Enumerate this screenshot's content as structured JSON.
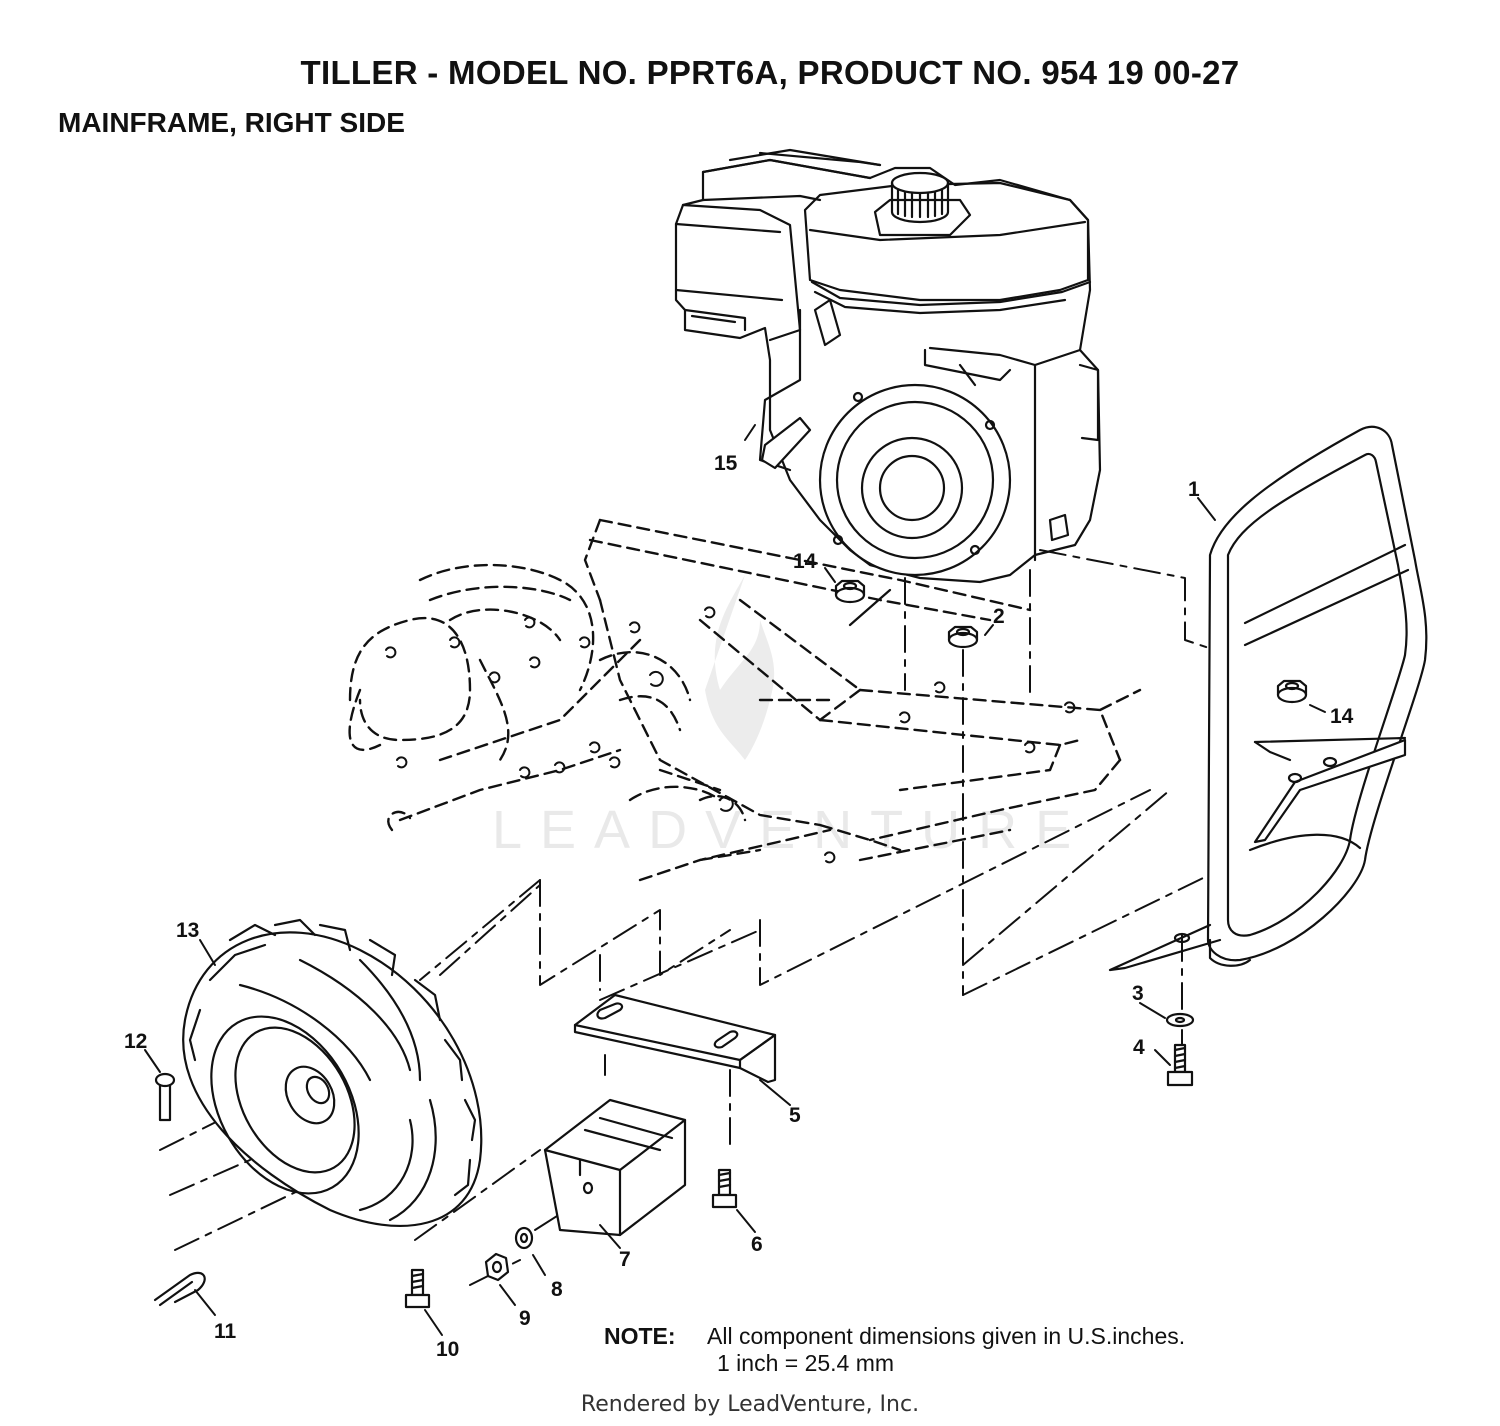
{
  "title": "TILLER - MODEL NO. PPRT6A, PRODUCT NO. 954 19 00-27",
  "subtitle": "MAINFRAME, RIGHT SIDE",
  "callouts": [
    "1",
    "2",
    "3",
    "4",
    "5",
    "6",
    "7",
    "8",
    "9",
    "10",
    "11",
    "12",
    "13",
    "14",
    "14",
    "15"
  ],
  "note": {
    "label": "NOTE:",
    "line1": "All component dimensions given in U.S.inches.",
    "line2": "1 inch = 25.4 mm"
  },
  "watermark": "LEADVENTURE",
  "footer": "Rendered by LeadVenture, Inc.",
  "colors": {
    "line": "#111111",
    "watermark": "#e9e9e9"
  }
}
